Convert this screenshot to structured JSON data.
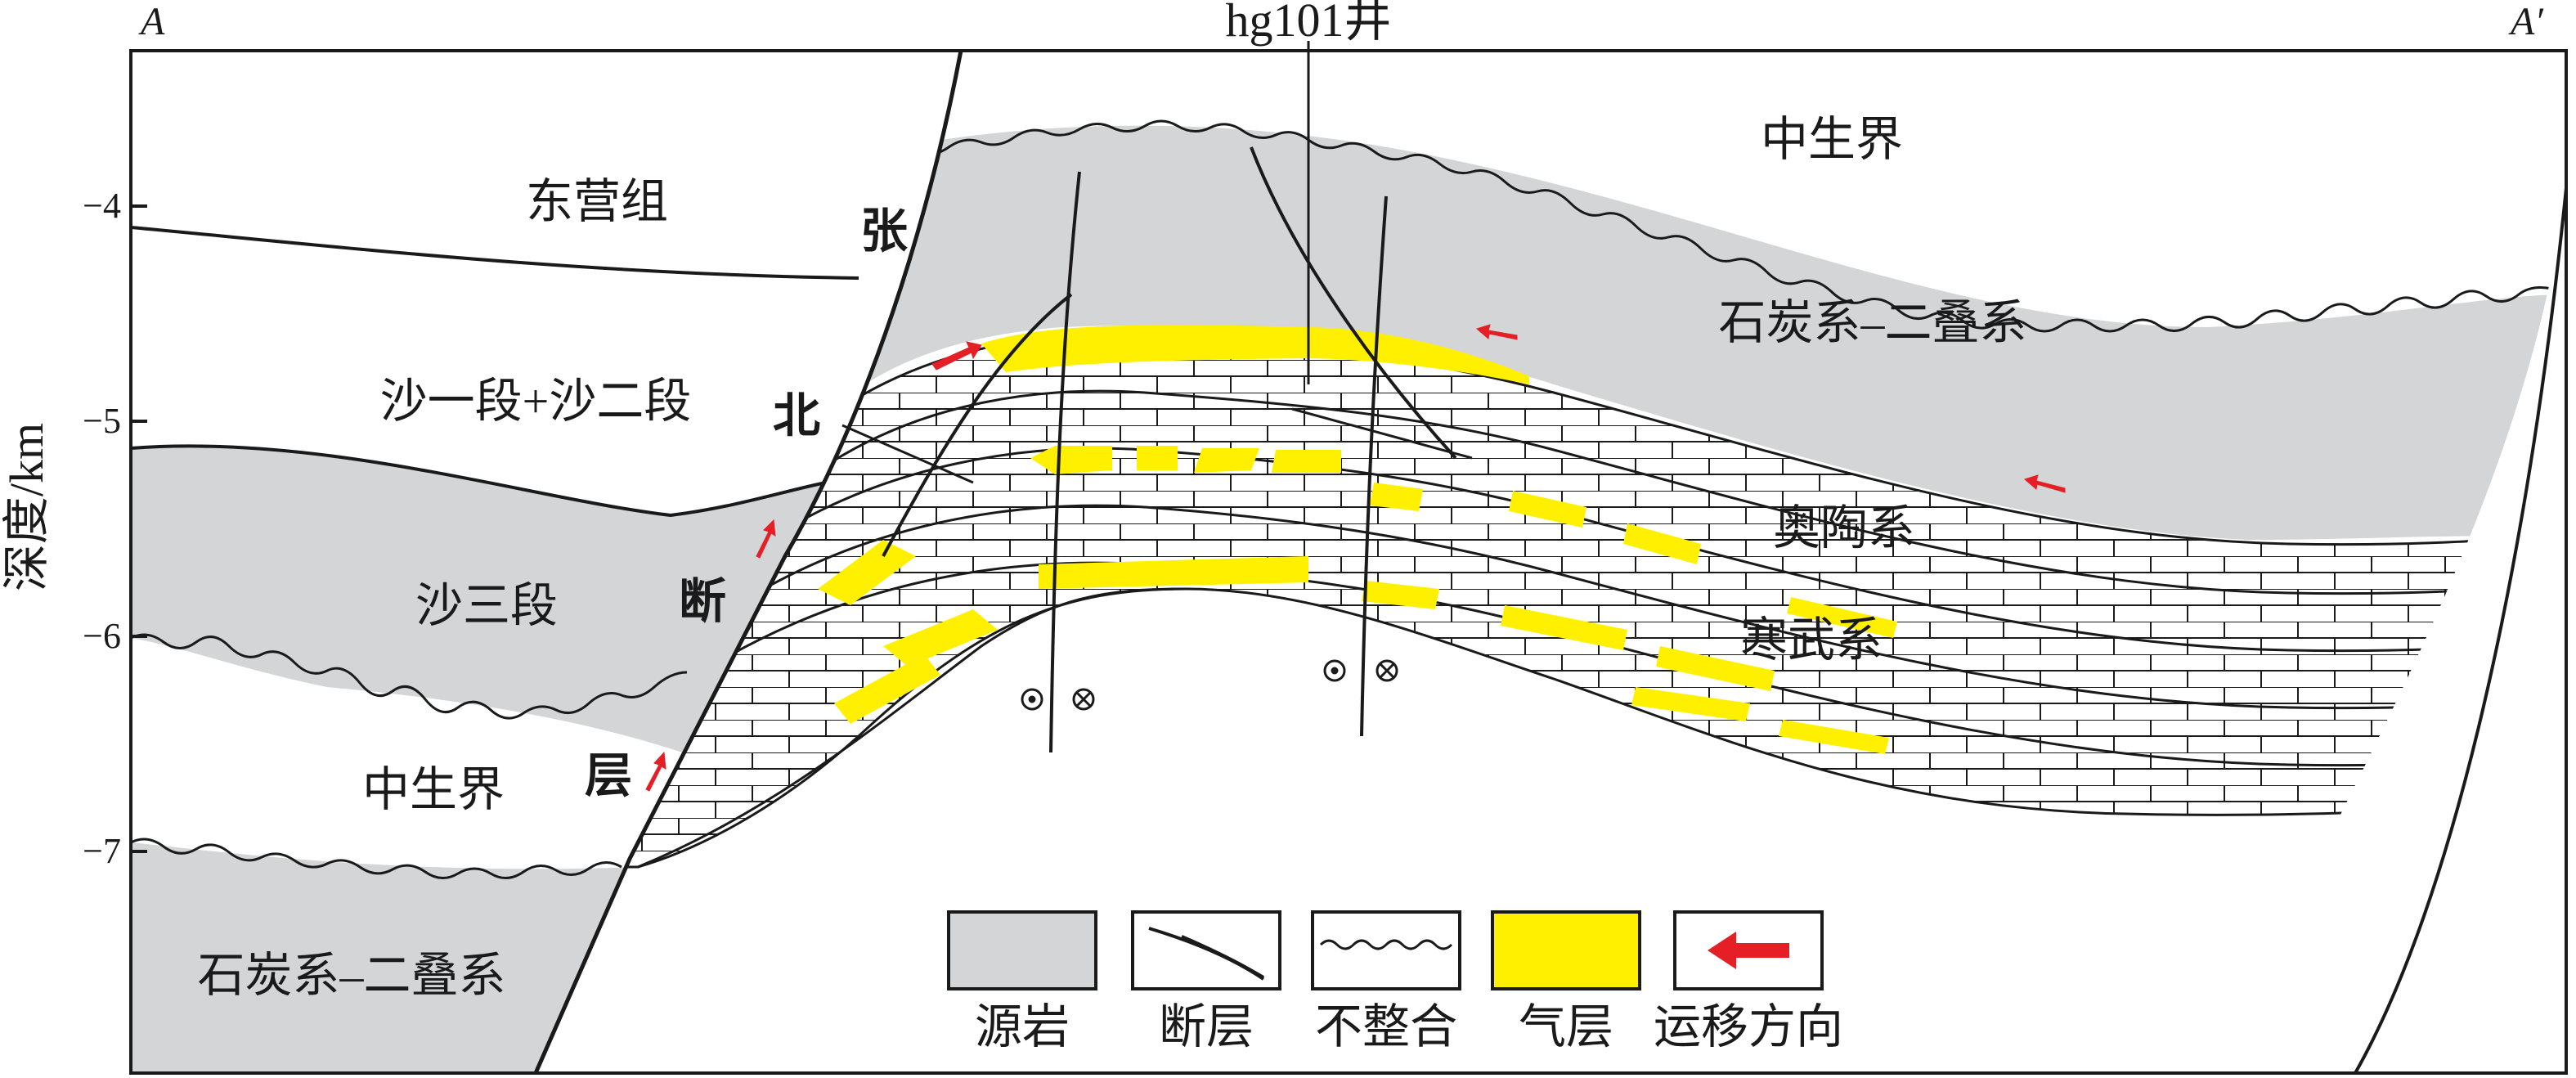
{
  "corner_left": "A",
  "corner_right": "A′",
  "well_name": "hg101井",
  "axis": {
    "label": "深度/km",
    "ticks": [
      "−4",
      "−5",
      "−6",
      "−7"
    ]
  },
  "fault_label": [
    "张",
    "北",
    "断",
    "层"
  ],
  "left_units": [
    "东营组",
    "沙一段+沙二段",
    "沙三段",
    "中生界",
    "石炭系–二叠系"
  ],
  "right_units": [
    "中生界",
    "石炭系–二叠系",
    "奥陶系",
    "寒武系"
  ],
  "legend": [
    {
      "label": "源岩",
      "symbol": "source-rock"
    },
    {
      "label": "断层",
      "symbol": "fault"
    },
    {
      "label": "不整合",
      "symbol": "unconformity"
    },
    {
      "label": "气层",
      "symbol": "gas-layer"
    },
    {
      "label": "运移方向",
      "symbol": "migration-arrow"
    }
  ],
  "colors": {
    "source_rock": "#d4d5d7",
    "gas_layer": "#fff000",
    "migration_arrow": "#e41f26",
    "line": "#1a1a1a"
  }
}
